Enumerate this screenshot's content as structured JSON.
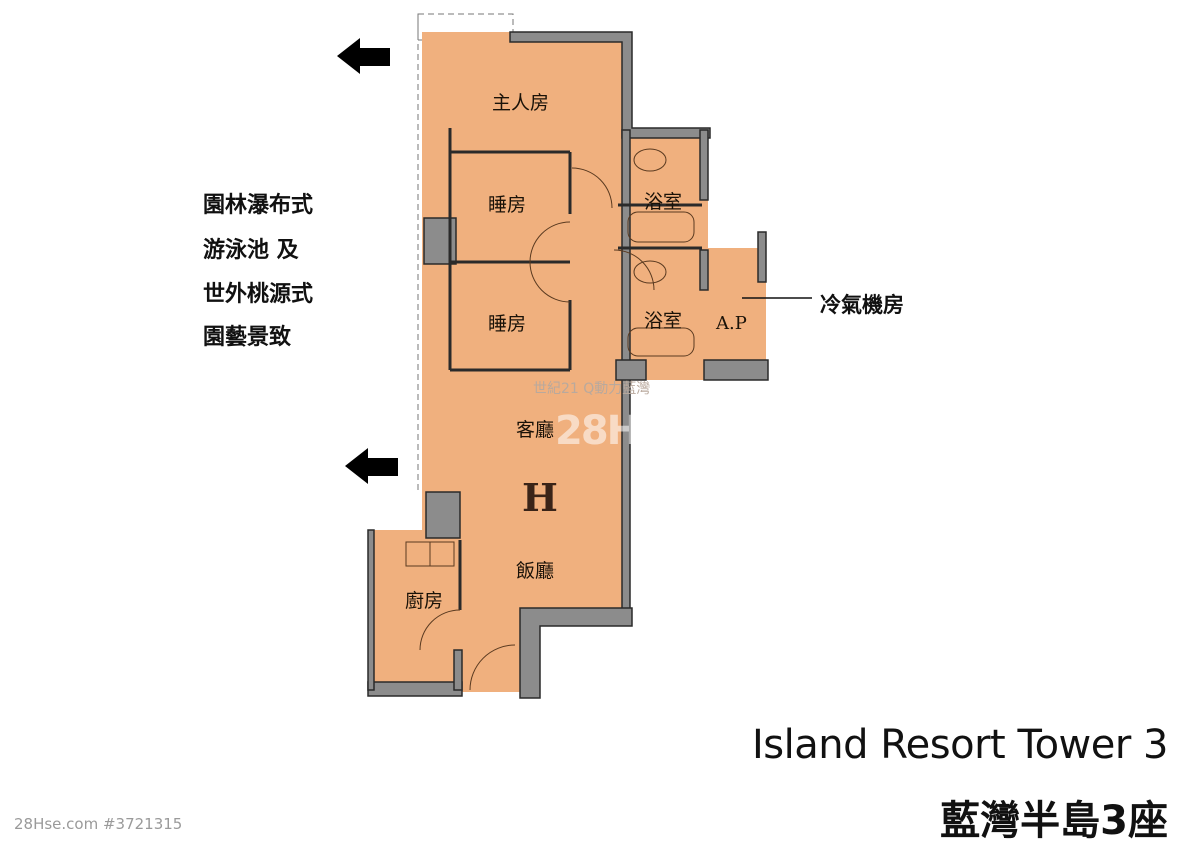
{
  "floorplan": {
    "rooms": {
      "master_bedroom": "主人房",
      "bedroom_1": "睡房",
      "bedroom_2": "睡房",
      "bathroom_1": "浴室",
      "bathroom_2": "浴室",
      "living_room": "客廳",
      "dining_room": "飯廳",
      "kitchen": "廚房",
      "ac_platform": "A.P"
    },
    "unit_letter": "H",
    "callout_ac_room": "冷氣機房",
    "view_description": [
      "園林瀑布式",
      "游泳池 及",
      "世外桃源式",
      "園藝景致"
    ],
    "watermark_agency": "世紀21 Q動力藍灣",
    "watermark_site": "28Hse."
  },
  "title": {
    "english": "Island Resort Tower 3",
    "chinese": "藍灣半島3座"
  },
  "footer": {
    "listing_ref": "28Hse.com #3721315"
  },
  "colors": {
    "room_fill": "#f0b07e",
    "wall": "#8c8c8c",
    "wall_outline": "#2a2a2a",
    "text": "#111111"
  }
}
